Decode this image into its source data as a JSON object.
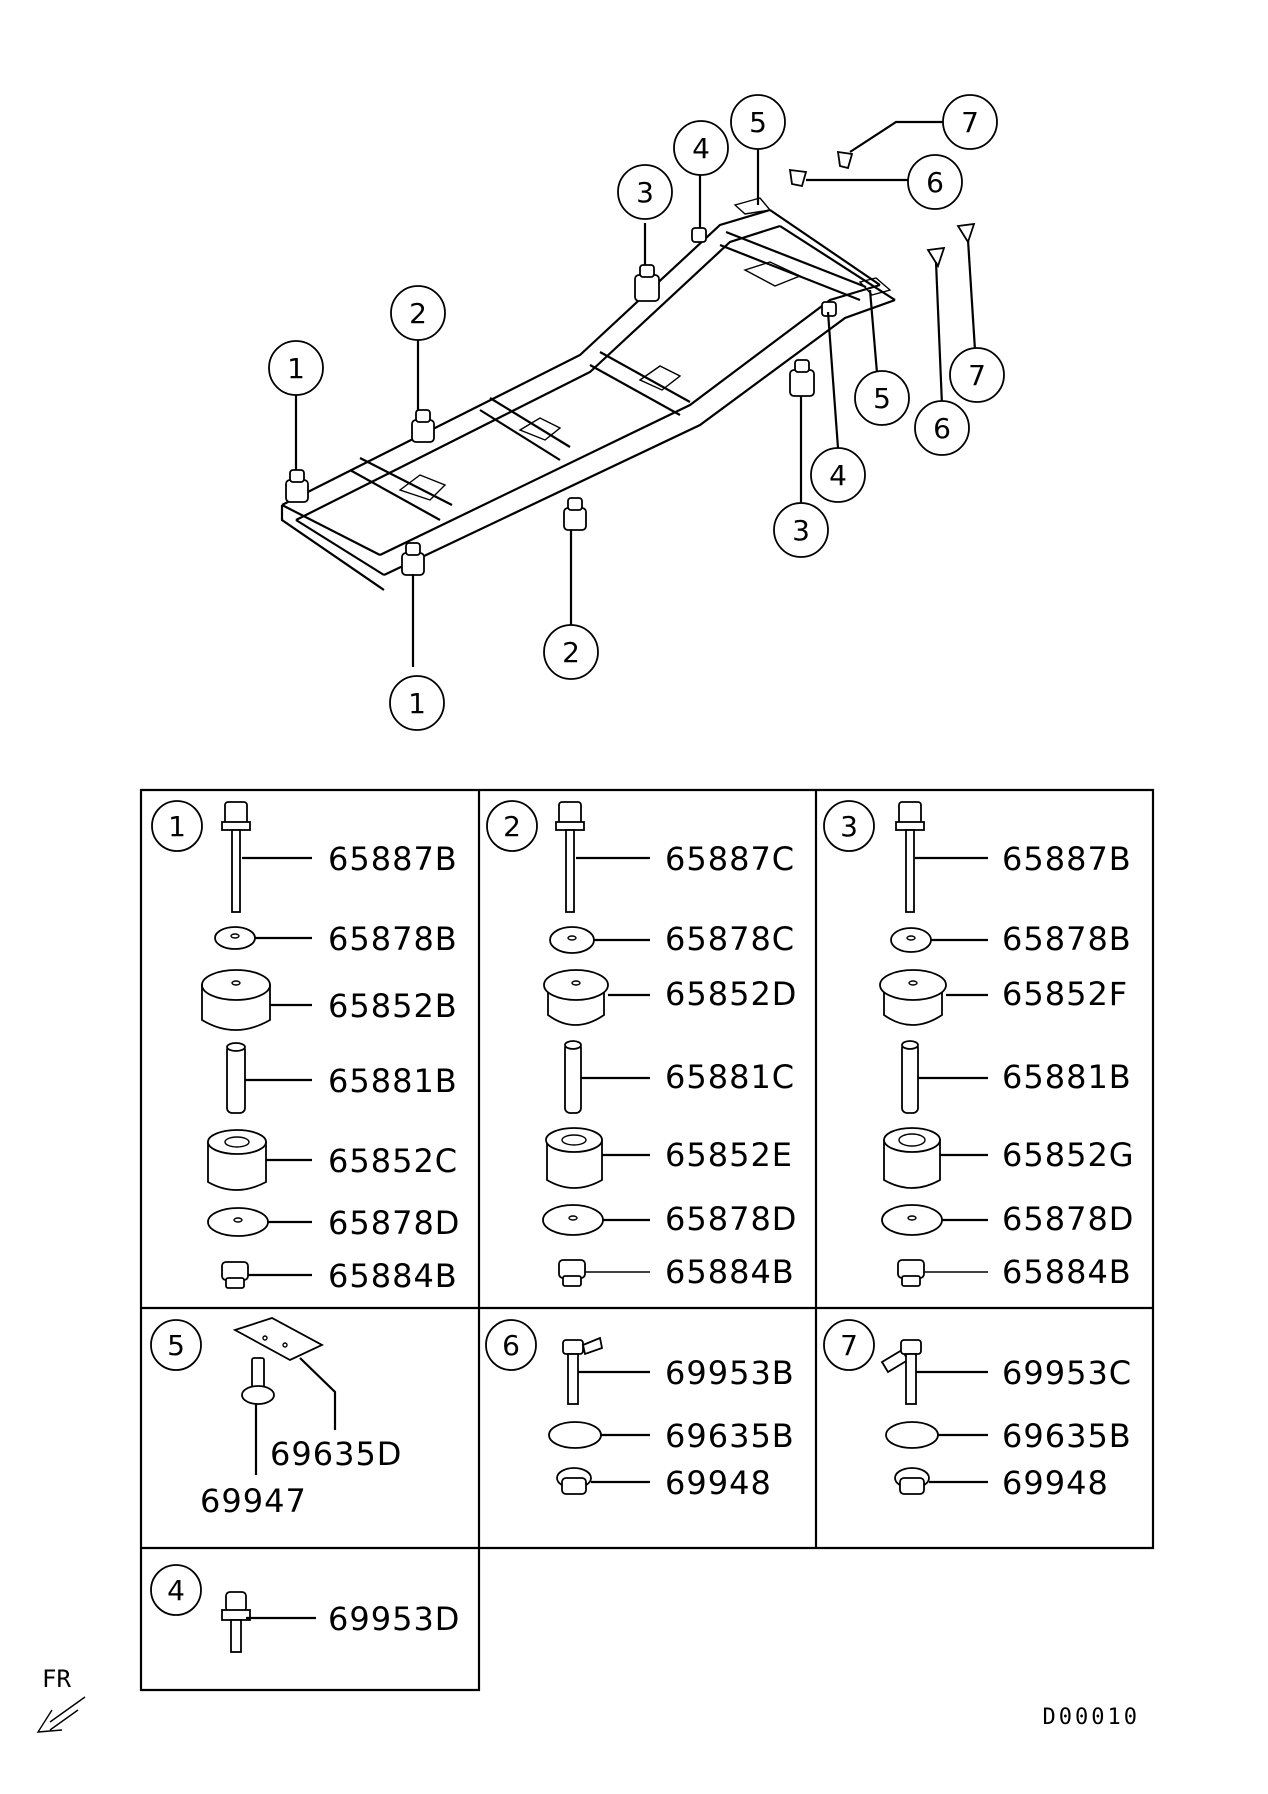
{
  "callouts": {
    "c1a": "1",
    "c1b": "1",
    "c2a": "2",
    "c2b": "2",
    "c3a": "3",
    "c3b": "3",
    "c4a": "4",
    "c4b": "4",
    "c5a": "5",
    "c5b": "5",
    "c6a": "6",
    "c6b": "6",
    "c7a": "7",
    "c7b": "7"
  },
  "table": {
    "cell1": {
      "ref": "1",
      "parts": [
        "65887B",
        "65878B",
        "65852B",
        "65881B",
        "65852C",
        "65878D",
        "65884B"
      ]
    },
    "cell2": {
      "ref": "2",
      "parts": [
        "65887C",
        "65878C",
        "65852D",
        "65881C",
        "65852E",
        "65878D",
        "65884B"
      ]
    },
    "cell3": {
      "ref": "3",
      "parts": [
        "65887B",
        "65878B",
        "65852F",
        "65881B",
        "65852G",
        "65878D",
        "65884B"
      ]
    },
    "cell5": {
      "ref": "5",
      "parts": [
        "69635D",
        "69947"
      ]
    },
    "cell6": {
      "ref": "6",
      "parts": [
        "69953B",
        "69635B",
        "69948"
      ]
    },
    "cell7": {
      "ref": "7",
      "parts": [
        "69953C",
        "69635B",
        "69948"
      ]
    },
    "cell4": {
      "ref": "4",
      "parts": [
        "69953D"
      ]
    }
  },
  "orientation": "FR",
  "diagram_code": "D00010"
}
